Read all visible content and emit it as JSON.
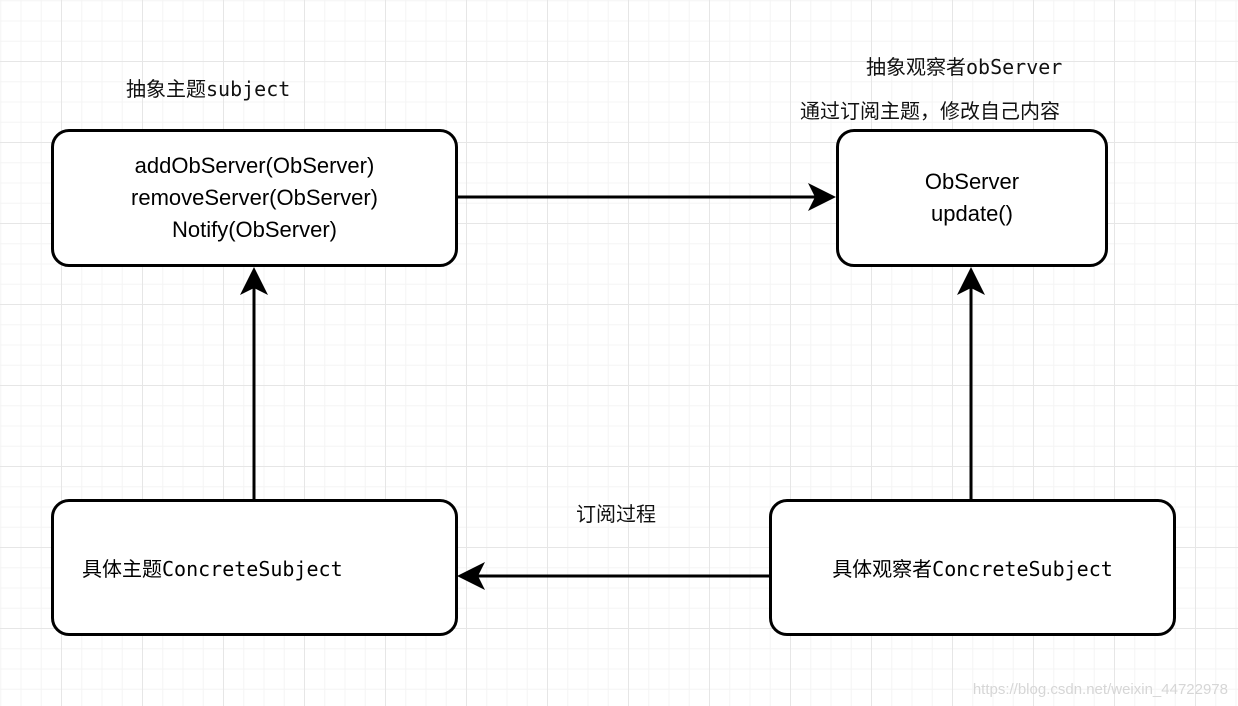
{
  "nodes": {
    "abstract_subject": {
      "lines": [
        "addObServer(ObServer)",
        "removeServer(ObServer)",
        "Notify(ObServer)"
      ]
    },
    "abstract_observer": {
      "lines": [
        "ObServer",
        "update()"
      ]
    },
    "concrete_subject": {
      "text": "具体主题ConcreteSubject"
    },
    "concrete_observer": {
      "text": "具体观察者ConcreteSubject"
    }
  },
  "labels": {
    "abstract_subject_caption": "抽象主题subject",
    "abstract_observer_caption": "抽象观察者obServer",
    "abstract_observer_note": "通过订阅主题，修改自己内容",
    "subscribe_edge": "订阅过程"
  },
  "edges": [
    {
      "from": "abstract_subject",
      "to": "abstract_observer"
    },
    {
      "from": "concrete_subject",
      "to": "abstract_subject"
    },
    {
      "from": "concrete_observer",
      "to": "abstract_observer"
    },
    {
      "from": "concrete_observer",
      "to": "concrete_subject",
      "label": "订阅过程"
    }
  ],
  "watermark": "https://blog.csdn.net/weixin_44722978",
  "colors": {
    "stroke": "#000000",
    "background": "#ffffff",
    "grid": "#e6e6e6"
  }
}
